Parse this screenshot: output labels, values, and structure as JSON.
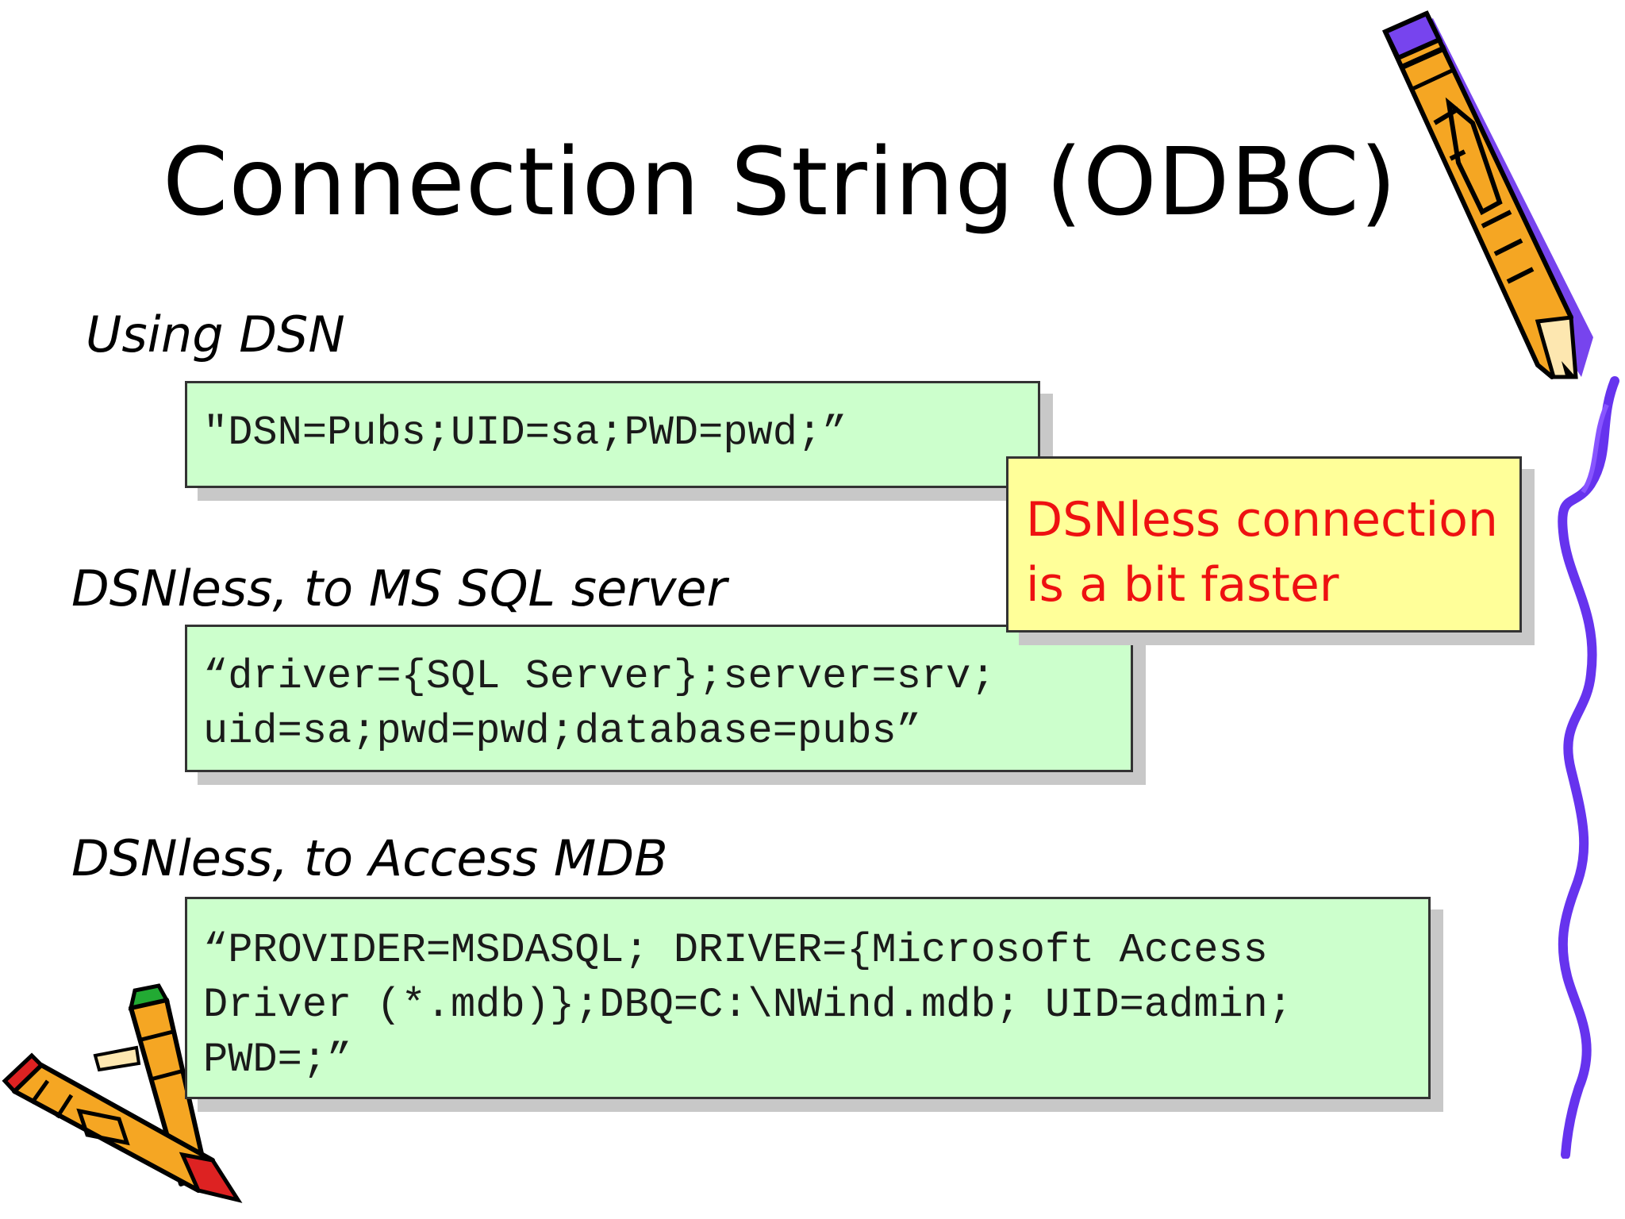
{
  "slide": {
    "title": "Connection String (ODBC)",
    "sections": [
      {
        "heading": "Using DSN",
        "code_lines": [
          "\"DSN=Pubs;UID=sa;PWD=pwd;”"
        ]
      },
      {
        "heading": "DSNless, to MS SQL server",
        "code_lines": [
          "“driver={SQL Server};server=srv;",
          "uid=sa;pwd=pwd;database=pubs”"
        ]
      },
      {
        "heading": "DSNless, to Access MDB",
        "code_lines": [
          "“PROVIDER=MSDASQL; DRIVER={Microsoft Access",
          "Driver (*.mdb)};DBQ=C:\\NWind.mdb; UID=admin;",
          "PWD=;”"
        ]
      }
    ],
    "callout": {
      "lines": [
        "DSNless connection",
        "is a bit faster"
      ],
      "text_color": "#ee1111",
      "background": "#ffff99"
    },
    "colors": {
      "code_box_background": "#ccffcc",
      "shadow": "#c8c8c8"
    },
    "decorations": [
      "pencil-clipart-icon",
      "squiggle-line-icon",
      "crayons-clipart-icon"
    ]
  }
}
